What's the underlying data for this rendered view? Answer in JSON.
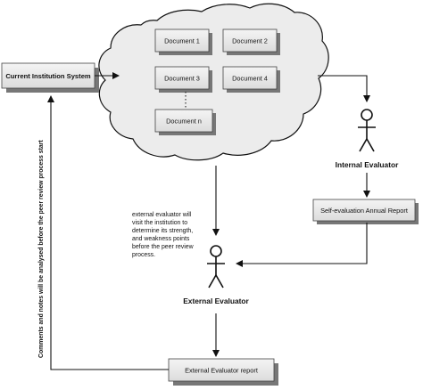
{
  "system": {
    "label": "Current Institution System"
  },
  "documents": [
    "Document 1",
    "Document 2",
    "Document 3",
    "Document 4",
    "Document n"
  ],
  "internal_evaluator": {
    "label": "Internal Evaluator"
  },
  "self_report": {
    "label": "Self-evaluation Annual Report"
  },
  "external_evaluator": {
    "label": "External Evaluator"
  },
  "external_report": {
    "label": "External Evaluator report"
  },
  "external_note": {
    "lines": [
      "external evaluator will",
      "visit the institution to",
      "determine its strength,",
      "and weakness points",
      "before the peer review",
      "process."
    ]
  },
  "feedback_note": {
    "label": "Comments and notes will be analysed before the peer review process start"
  }
}
